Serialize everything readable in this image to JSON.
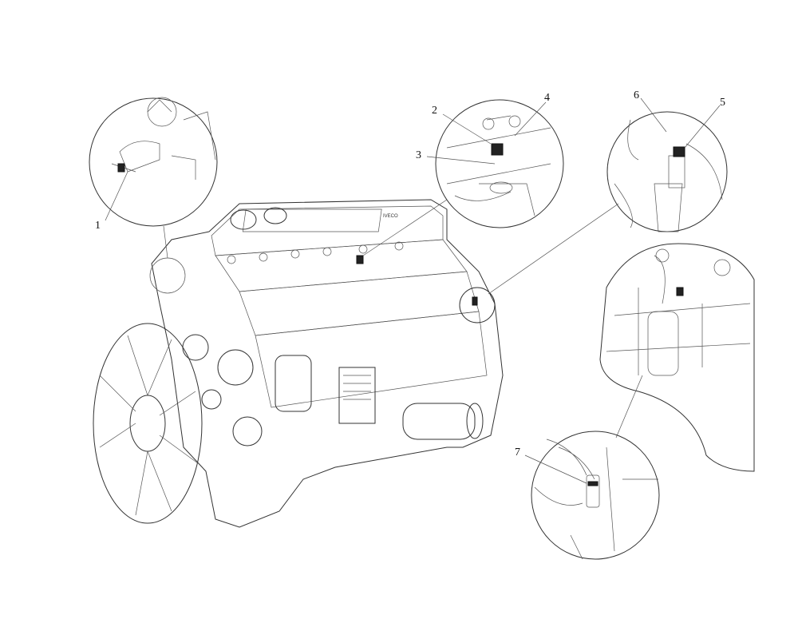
{
  "diagram": {
    "callouts": [
      {
        "id": "1",
        "label": "1"
      },
      {
        "id": "2",
        "label": "2"
      },
      {
        "id": "3",
        "label": "3"
      },
      {
        "id": "4",
        "label": "4"
      },
      {
        "id": "5",
        "label": "5"
      },
      {
        "id": "6",
        "label": "6"
      },
      {
        "id": "7",
        "label": "7"
      }
    ],
    "engine_plate_text": "IVECO",
    "line_color": "#333333",
    "background": "#ffffff"
  }
}
